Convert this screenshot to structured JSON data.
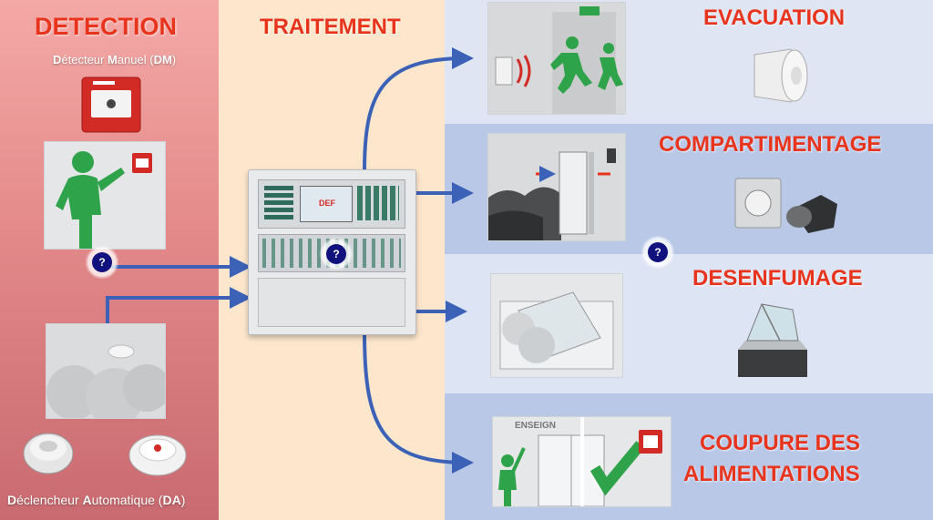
{
  "detection": {
    "heading": "DETECTION",
    "manual": {
      "letter1": "D",
      "rest1": "étecteur ",
      "letter2": "M",
      "rest2": "anuel (",
      "abbr": "DM",
      "close": ")"
    },
    "auto": {
      "letter1": "D",
      "rest1": "éclencheur ",
      "letter2": "A",
      "rest2": "utomatique (",
      "abbr": "DA",
      "close": ")"
    }
  },
  "treatment": {
    "heading": "TRAITEMENT",
    "panel_brand": "DEF"
  },
  "actions": [
    {
      "label_line1": "EVACUATION",
      "label_line2": ""
    },
    {
      "label_line1": "COMPARTIMENTAGE",
      "label_line2": ""
    },
    {
      "label_line1": "DESENFUMAGE",
      "label_line2": ""
    },
    {
      "label_line1": "COUPURE DES",
      "label_line2": "ALIMENTATIONS"
    }
  ],
  "shop_sign": "ENSEIGN",
  "help_marker": "?",
  "colors": {
    "title_red": "#e8341c",
    "arrow_blue": "#3c62b8",
    "help_navy": "#12127e",
    "figure_green": "#2fa34a"
  },
  "icons": [
    "manual-call-point-icon",
    "running-man-icon",
    "smoke-detector-icon",
    "siren-icon",
    "door-holder-icon",
    "roof-hatch-icon",
    "check-mark-icon"
  ]
}
